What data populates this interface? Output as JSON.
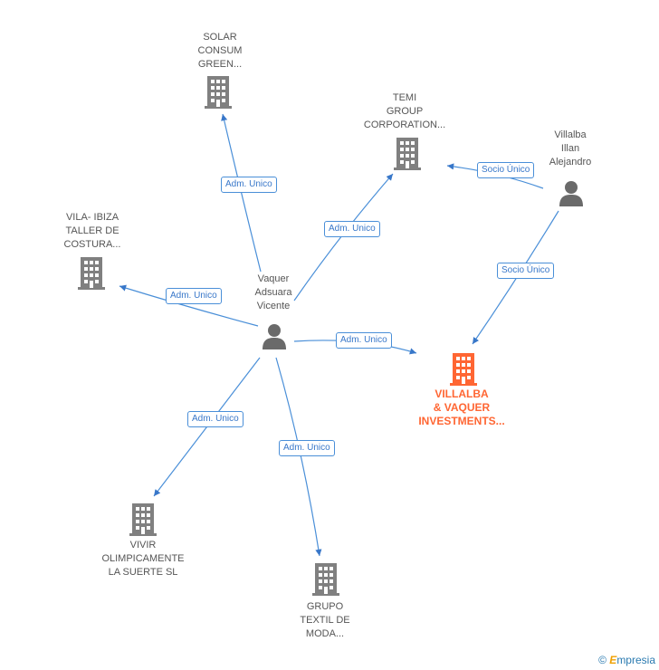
{
  "colors": {
    "edge": "#4a8fd8",
    "building": "#808080",
    "main_building": "#ff6633",
    "person": "#6a6a6a"
  },
  "nodes": {
    "solar": {
      "label": "SOLAR\nCONSUM\nGREEN..."
    },
    "temi": {
      "label": "TEMI\nGROUP\nCORPORATION..."
    },
    "villalba_person": {
      "label": "Villalba\nIllan\nAlejandro"
    },
    "vila": {
      "label": "VILA- IBIZA\nTALLER DE\nCOSTURA..."
    },
    "vaquer": {
      "label": "Vaquer\nAdsuara\nVicente"
    },
    "main": {
      "label": "VILLALBA\n& VAQUER\nINVESTMENTS..."
    },
    "vivir": {
      "label": "VIVIR\nOLIMPICAMENTE\nLA SUERTE SL"
    },
    "grupo": {
      "label": "GRUPO\nTEXTIL DE\nMODA..."
    }
  },
  "edges": {
    "e_solar": "Adm.\nUnico",
    "e_temi": "Adm.\nUnico",
    "e_vila": "Adm.\nUnico",
    "e_main": "Adm.\nUnico",
    "e_vivir": "Adm.\nUnico",
    "e_grupo": "Adm.\nUnico",
    "e_socio_temi": "Socio\nÚnico",
    "e_socio_main": "Socio\nÚnico"
  },
  "footer": {
    "copyright": "©",
    "brand_initial": "E",
    "brand_rest": "mpresia"
  }
}
